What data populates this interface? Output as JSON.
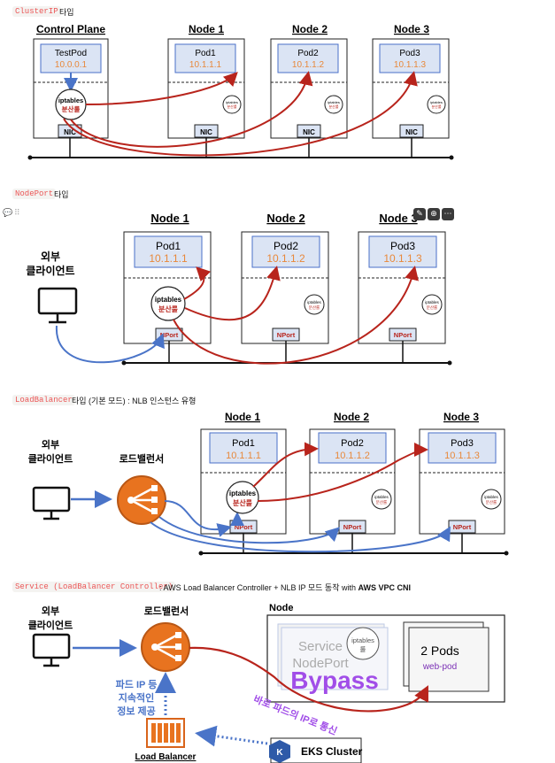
{
  "section1": {
    "code": "ClusterIP",
    "suffix": "타입",
    "control_plane": "Control Plane",
    "node1": "Node 1",
    "node2": "Node 2",
    "node3": "Node 3",
    "testpod": "TestPod",
    "testpod_ip": "10.0.0.1",
    "pod1": "Pod1",
    "pod1_ip": "10.1.1.1",
    "pod2": "Pod2",
    "pod2_ip": "10.1.1.2",
    "pod3": "Pod3",
    "pod3_ip": "10.1.1.3",
    "iptables": "iptables",
    "lb_rule": "분산룰",
    "nic": "NIC"
  },
  "section2": {
    "code": "NodePort",
    "suffix": "타입",
    "node1": "Node 1",
    "node2": "Node 2",
    "node3": "Node 3",
    "client": "외부\n클라이언트",
    "client_l1": "외부",
    "client_l2": "클라이언트",
    "pod1": "Pod1",
    "pod1_ip": "10.1.1.1",
    "pod2": "Pod2",
    "pod2_ip": "10.1.1.2",
    "pod3": "Pod3",
    "pod3_ip": "10.1.1.3",
    "iptables": "iptables",
    "lb_rule": "분산룰",
    "nport": "NPort"
  },
  "section3": {
    "code": "LoadBalancer",
    "suffix": "타입 (기본 모드) : NLB 인스턴스 유형",
    "node1": "Node 1",
    "node2": "Node 2",
    "node3": "Node 3",
    "client_l1": "외부",
    "client_l2": "클라이언트",
    "lb": "로드밸런서",
    "pod1": "Pod1",
    "pod1_ip": "10.1.1.1",
    "pod2": "Pod2",
    "pod2_ip": "10.1.1.2",
    "pod3": "Pod3",
    "pod3_ip": "10.1.1.3",
    "iptables": "iptables",
    "lb_rule": "분산룰",
    "nport": "NPort"
  },
  "section4": {
    "code": "Service (LoadBalancer Controller)",
    "suffix_a": ": ",
    "suffix_b": "AWS Load Balancer Controller + NLB IP",
    "suffix_c": " 모드 동작 with ",
    "suffix_d": "AWS VPC CNI",
    "client_l1": "외부",
    "client_l2": "클라이언트",
    "lb": "로드밸런서",
    "node": "Node",
    "service_l1": "Service",
    "service_l2": "NodePort",
    "iptables": "iptables",
    "rule": "룰",
    "pods": "2 Pods",
    "webpod": "web-pod",
    "bypass": "Bypass",
    "direct": "바로 파드의 IP로 통신",
    "info_l1": "파드 IP 등",
    "info_l2": "지속적인",
    "info_l3": "정보 제공",
    "load_balancer": "Load Balancer",
    "eks": "EKS Cluster"
  },
  "colors": {
    "pod_fill": "#dbe4f4",
    "pod_border": "#4a6fc9",
    "pod_ip": "#e8883a",
    "red_arrow": "#b8241c",
    "blue_arrow": "#4a74c8",
    "aws_orange": "#e8731f",
    "bypass": "#a14ee8",
    "code_red": "#eb5757"
  }
}
